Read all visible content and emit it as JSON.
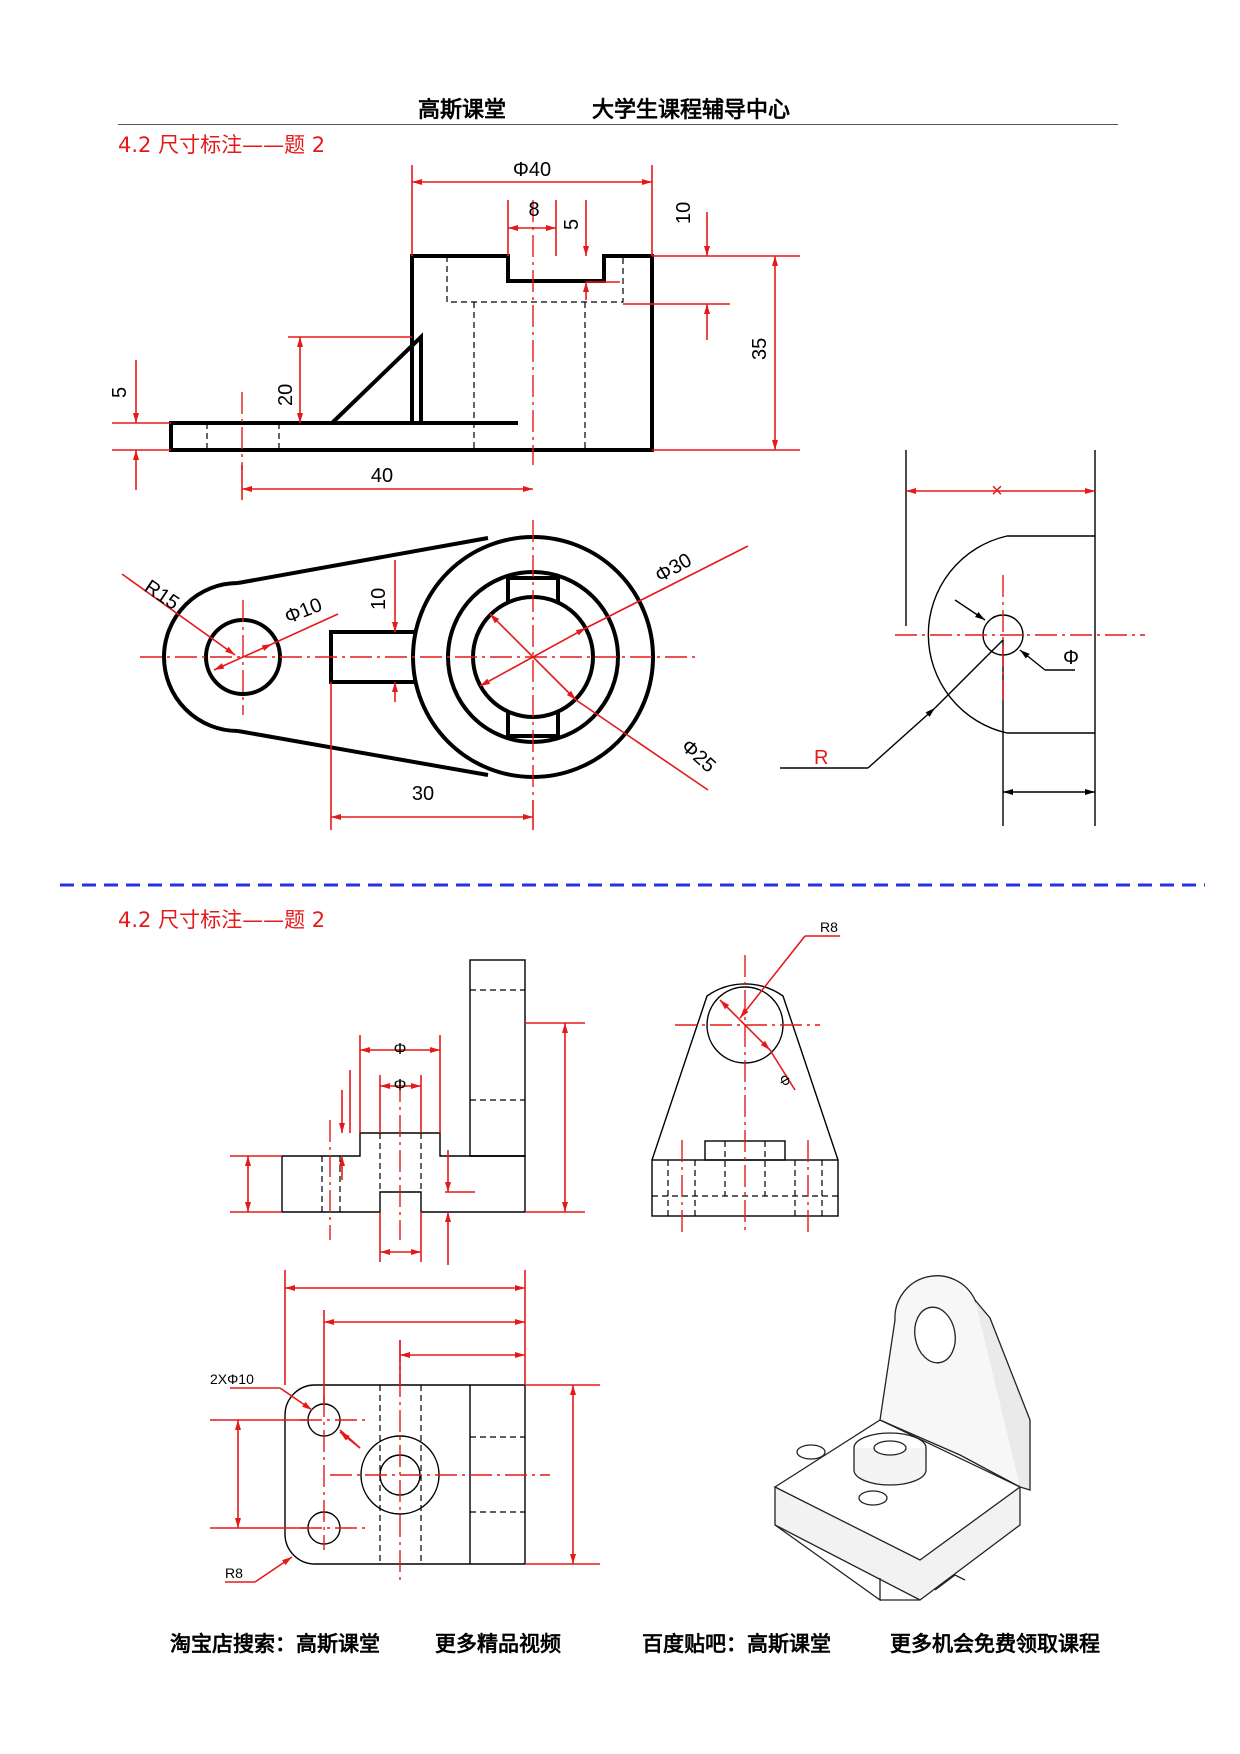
{
  "header": {
    "brand": "高斯课堂",
    "subtitle": "大学生课程辅导中心"
  },
  "section1": {
    "title": "4.2 尺寸标注——题 2",
    "front_view": {
      "dim_dia40": "Φ40",
      "dim_8": "8",
      "dim_5": "5",
      "dim_10": "10",
      "dim_35": "35",
      "dim_20": "20",
      "dim_5_left": "5",
      "dim_40": "40"
    },
    "top_view": {
      "dim_r15": "R15",
      "dim_dia10": "Φ10",
      "dim_10": "10",
      "dim_dia30": "Φ30",
      "dim_dia25": "Φ25",
      "dim_30": "30"
    },
    "side_view": {
      "dim_x": "×",
      "dim_phi": "Φ",
      "dim_r": "R"
    }
  },
  "section2": {
    "title": "4.2 尺寸标注——题 2",
    "front_view": {
      "dim_phi_outer": "Φ",
      "dim_phi_inner": "Φ"
    },
    "side_view": {
      "dim_r8": "R8",
      "dim_phi": "Φ"
    },
    "top_view": {
      "dim_holes": "2XΦ10",
      "dim_r8": "R8"
    }
  },
  "footer": {
    "taobao": "淘宝店搜索：高斯课堂",
    "videos": "更多精品视频",
    "tieba": "百度贴吧：高斯课堂",
    "courses": "更多机会免费领取课程"
  },
  "colors": {
    "dimension": "#e51919",
    "divider": "#2431e8",
    "outline": "#000000"
  }
}
